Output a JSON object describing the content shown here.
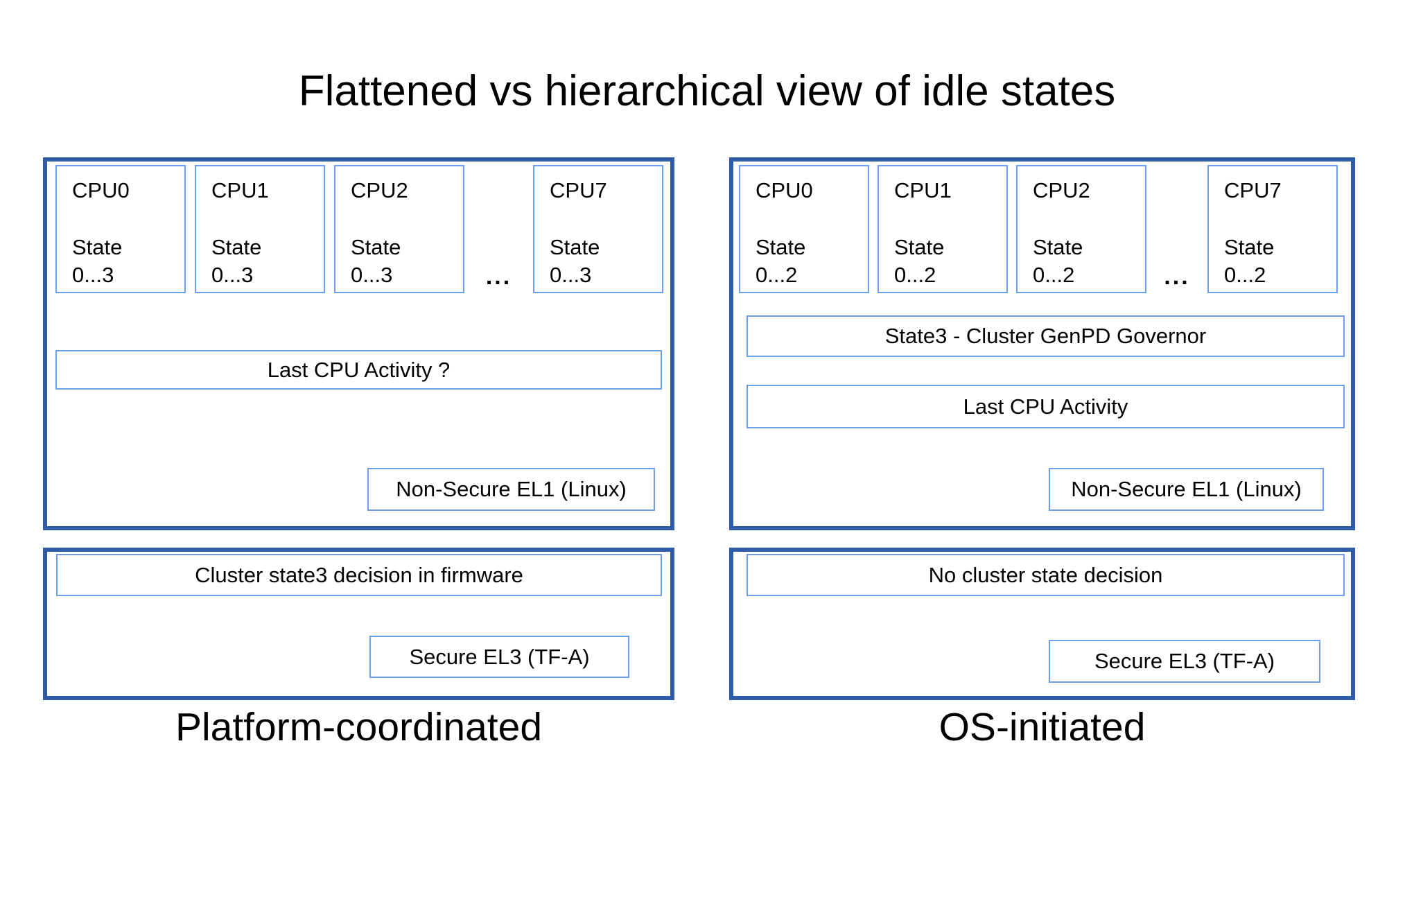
{
  "title": "Flattened vs hierarchical view of idle states",
  "colors": {
    "panel_border": "#2e5ca8",
    "box_border": "#6d9eeb",
    "background": "#ffffff",
    "text": "#000000"
  },
  "platform_coordinated": {
    "caption": "Platform-coordinated",
    "el1_panel": {
      "cpus": [
        {
          "name": "CPU0",
          "state_label": "State",
          "state_range": "0...3"
        },
        {
          "name": "CPU1",
          "state_label": "State",
          "state_range": "0...3"
        },
        {
          "name": "CPU2",
          "state_label": "State",
          "state_range": "0...3"
        },
        {
          "name": "CPU7",
          "state_label": "State",
          "state_range": "0...3"
        }
      ],
      "ellipsis": "...",
      "activity_box": "Last CPU Activity ?",
      "el_box": "Non-Secure EL1 (Linux)"
    },
    "el3_panel": {
      "decision_box": "Cluster state3 decision in firmware",
      "el_box": "Secure EL3 (TF-A)"
    }
  },
  "os_initiated": {
    "caption": "OS-initiated",
    "el1_panel": {
      "cpus": [
        {
          "name": "CPU0",
          "state_label": "State",
          "state_range": "0...2"
        },
        {
          "name": "CPU1",
          "state_label": "State",
          "state_range": "0...2"
        },
        {
          "name": "CPU2",
          "state_label": "State",
          "state_range": "0...2"
        },
        {
          "name": "CPU7",
          "state_label": "State",
          "state_range": "0...2"
        }
      ],
      "ellipsis": "...",
      "governor_box": "State3 - Cluster GenPD Governor",
      "activity_box": "Last CPU Activity",
      "el_box": "Non-Secure EL1 (Linux)"
    },
    "el3_panel": {
      "decision_box": "No cluster state decision",
      "el_box": "Secure EL3 (TF-A)"
    }
  }
}
